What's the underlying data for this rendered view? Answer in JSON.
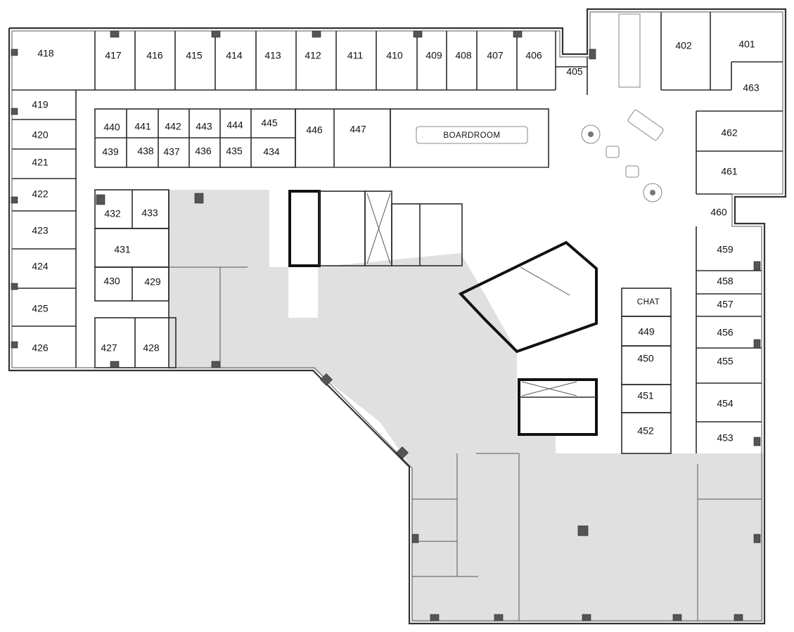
{
  "rooms": [
    {
      "id": "401",
      "label": "401"
    },
    {
      "id": "402",
      "label": "402"
    },
    {
      "id": "405",
      "label": "405"
    },
    {
      "id": "406",
      "label": "406"
    },
    {
      "id": "407",
      "label": "407"
    },
    {
      "id": "408",
      "label": "408"
    },
    {
      "id": "409",
      "label": "409"
    },
    {
      "id": "410",
      "label": "410"
    },
    {
      "id": "411",
      "label": "411"
    },
    {
      "id": "412",
      "label": "412"
    },
    {
      "id": "413",
      "label": "413"
    },
    {
      "id": "414",
      "label": "414"
    },
    {
      "id": "415",
      "label": "415"
    },
    {
      "id": "416",
      "label": "416"
    },
    {
      "id": "417",
      "label": "417"
    },
    {
      "id": "418",
      "label": "418"
    },
    {
      "id": "419",
      "label": "419"
    },
    {
      "id": "420",
      "label": "420"
    },
    {
      "id": "421",
      "label": "421"
    },
    {
      "id": "422",
      "label": "422"
    },
    {
      "id": "423",
      "label": "423"
    },
    {
      "id": "424",
      "label": "424"
    },
    {
      "id": "425",
      "label": "425"
    },
    {
      "id": "426",
      "label": "426"
    },
    {
      "id": "427",
      "label": "427"
    },
    {
      "id": "428",
      "label": "428"
    },
    {
      "id": "429",
      "label": "429"
    },
    {
      "id": "430",
      "label": "430"
    },
    {
      "id": "431",
      "label": "431"
    },
    {
      "id": "432",
      "label": "432"
    },
    {
      "id": "433",
      "label": "433"
    },
    {
      "id": "434",
      "label": "434"
    },
    {
      "id": "435",
      "label": "435"
    },
    {
      "id": "436",
      "label": "436"
    },
    {
      "id": "437",
      "label": "437"
    },
    {
      "id": "438",
      "label": "438"
    },
    {
      "id": "439",
      "label": "439"
    },
    {
      "id": "440",
      "label": "440"
    },
    {
      "id": "441",
      "label": "441"
    },
    {
      "id": "442",
      "label": "442"
    },
    {
      "id": "443",
      "label": "443"
    },
    {
      "id": "444",
      "label": "444"
    },
    {
      "id": "445",
      "label": "445"
    },
    {
      "id": "446",
      "label": "446"
    },
    {
      "id": "447",
      "label": "447"
    },
    {
      "id": "449",
      "label": "449"
    },
    {
      "id": "450",
      "label": "450"
    },
    {
      "id": "451",
      "label": "451"
    },
    {
      "id": "452",
      "label": "452"
    },
    {
      "id": "453",
      "label": "453"
    },
    {
      "id": "454",
      "label": "454"
    },
    {
      "id": "455",
      "label": "455"
    },
    {
      "id": "456",
      "label": "456"
    },
    {
      "id": "457",
      "label": "457"
    },
    {
      "id": "458",
      "label": "458"
    },
    {
      "id": "459",
      "label": "459"
    },
    {
      "id": "460",
      "label": "460"
    },
    {
      "id": "461",
      "label": "461"
    },
    {
      "id": "462",
      "label": "462"
    },
    {
      "id": "463",
      "label": "463"
    },
    {
      "id": "boardroom",
      "label": "BOARDROOM"
    },
    {
      "id": "chat",
      "label": "CHAT"
    }
  ],
  "colors": {
    "wall": "#2b2b2b",
    "unleased_area": "#e0e0e0",
    "background": "#ffffff"
  }
}
